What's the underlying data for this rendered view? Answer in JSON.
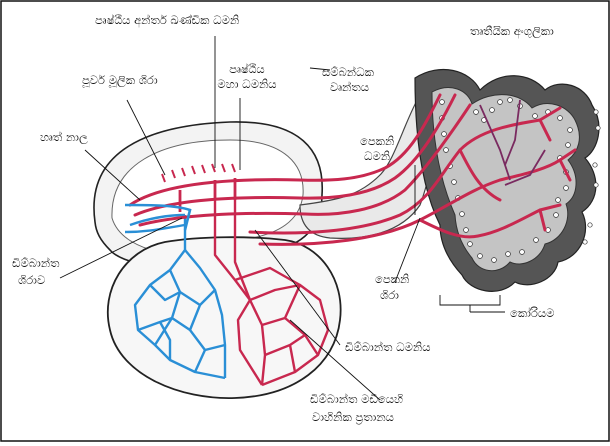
{
  "labels": {
    "pericardial_artery": "පෘෂ්ඨීය අන්තර් ඛණ්ඩික ධමනි",
    "chorionic_villi": "තෘතීයික අංගුලිකා",
    "anterior_cardinal_vein": "පූර්ව මූලික ශිරා",
    "dorsal_aorta_line1": "පෘෂ්ඨීය",
    "dorsal_aorta_line2": "මහා ධමනිය",
    "connecting_stalk_line1": "සම්බන්ධක",
    "connecting_stalk_line2": "වෘන්තය",
    "heart_tube": "හෘත් නාල",
    "umbilical_artery_line1": "පෙකනි",
    "umbilical_artery_line2": "ධමනි",
    "vitelline_vein_line1": "ඩිම්බාන්ත",
    "vitelline_vein_line2": "ශිරාව",
    "umbilical_vein_line1": "පෙකනි",
    "umbilical_vein_line2": "ශිරා",
    "chorion": "කෝරියම",
    "vitelline_artery": "ඩිම්බාන්ත ධමනිය",
    "yolk_sac_plexus_line1": "ඩිම්බාන්ත මඩියෙහි",
    "yolk_sac_plexus_line2": "වාහිනික ප්‍රතානය"
  },
  "colors": {
    "artery": "#c8284f",
    "vein": "#2a8fd6",
    "chorion_dark": "#5a5a5a",
    "chorion_light": "#bdbdbd",
    "outline": "#222222"
  }
}
